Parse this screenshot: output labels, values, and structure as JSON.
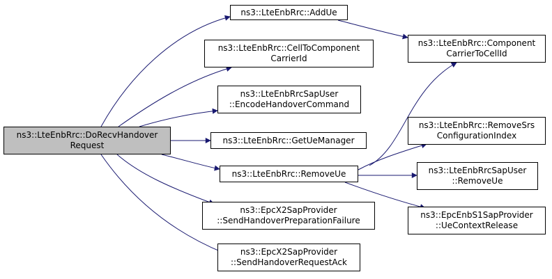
{
  "graph": {
    "root": {
      "line1": "ns3::LteEnbRrc::DoRecvHandover",
      "line2": "Request"
    },
    "nodes": {
      "add_ue": {
        "line1": "ns3::LteEnbRrc::AddUe",
        "line2": ""
      },
      "cell_to_cc": {
        "line1": "ns3::LteEnbRrc::CellToComponent",
        "line2": "CarrierId"
      },
      "encode_ho": {
        "line1": "ns3::LteEnbRrcSapUser",
        "line2": "::EncodeHandoverCommand"
      },
      "get_ue_mgr": {
        "line1": "ns3::LteEnbRrc::GetUeManager",
        "line2": ""
      },
      "remove_ue": {
        "line1": "ns3::LteEnbRrc::RemoveUe",
        "line2": ""
      },
      "send_ho_fail": {
        "line1": "ns3::EpcX2SapProvider",
        "line2": "::SendHandoverPreparationFailure"
      },
      "send_ho_ack": {
        "line1": "ns3::EpcX2SapProvider",
        "line2": "::SendHandoverRequestAck"
      },
      "cc_to_cell": {
        "line1": "ns3::LteEnbRrc::Component",
        "line2": "CarrierToCellId"
      },
      "remove_srs": {
        "line1": "ns3::LteEnbRrc::RemoveSrs",
        "line2": "ConfigurationIndex"
      },
      "sap_remove_ue": {
        "line1": "ns3::LteEnbRrcSapUser",
        "line2": "::RemoveUe"
      },
      "ue_ctx_release": {
        "line1": "ns3::EpcEnbS1SapProvider",
        "line2": "::UeContextRelease"
      }
    },
    "edges": [
      [
        "root",
        "add_ue"
      ],
      [
        "root",
        "cell_to_cc"
      ],
      [
        "root",
        "encode_ho"
      ],
      [
        "root",
        "get_ue_mgr"
      ],
      [
        "root",
        "remove_ue"
      ],
      [
        "root",
        "send_ho_fail"
      ],
      [
        "root",
        "send_ho_ack"
      ],
      [
        "add_ue",
        "cc_to_cell"
      ],
      [
        "remove_ue",
        "cc_to_cell"
      ],
      [
        "remove_ue",
        "remove_srs"
      ],
      [
        "remove_ue",
        "sap_remove_ue"
      ],
      [
        "remove_ue",
        "ue_ctx_release"
      ]
    ],
    "colors": {
      "edge": "#191970",
      "root_fill": "#bfbfbf",
      "node_fill": "#ffffff",
      "border": "#000000"
    }
  }
}
